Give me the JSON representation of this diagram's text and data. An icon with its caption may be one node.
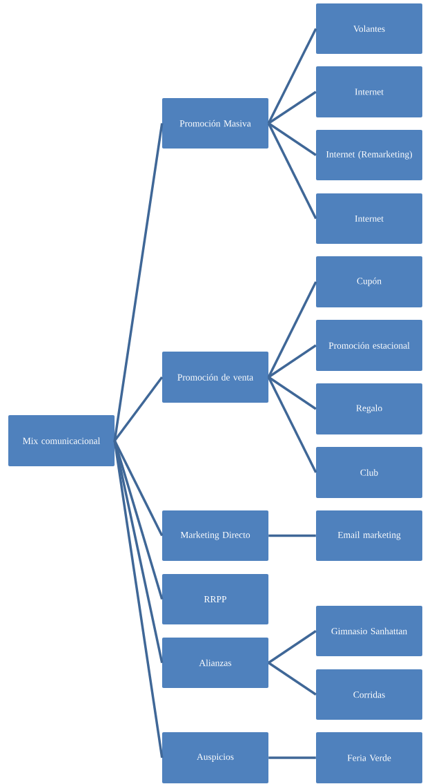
{
  "diagram": {
    "nodes": [
      {
        "text": [
          "Mix comunicacional"
        ]
      },
      {
        "text": [
          "Promoción Masiva"
        ]
      },
      {
        "text": [
          "Promoción de venta"
        ]
      },
      {
        "text": [
          "Marketing Directo"
        ]
      },
      {
        "text": [
          "RRPP"
        ]
      },
      {
        "text": [
          "Alianzas"
        ]
      },
      {
        "text": [
          "Auspicios"
        ]
      },
      {
        "text": [
          "Volantes"
        ]
      },
      {
        "text": [
          "Internet"
        ]
      },
      {
        "text": [
          "Internet (Remarketing)"
        ]
      },
      {
        "text": [
          "Internet"
        ]
      },
      {
        "text": [
          "Cupón"
        ]
      },
      {
        "text": [
          "Promoción estacional"
        ]
      },
      {
        "text": [
          "Regalo"
        ]
      },
      {
        "text": [
          "Club"
        ]
      },
      {
        "text": [
          "Email marketing"
        ]
      },
      {
        "text": [
          "Gimnasio Sanhattan"
        ]
      },
      {
        "text": [
          "Corridas"
        ]
      },
      {
        "text": [
          "Feria Verde"
        ]
      }
    ],
    "edges": [
      {
        "from": 0,
        "to": 1,
        "arrow": "none"
      },
      {
        "from": 0,
        "to": 2,
        "arrow": "none"
      },
      {
        "from": 0,
        "to": 3,
        "arrow": "none"
      },
      {
        "from": 0,
        "to": 4,
        "arrow": "none"
      },
      {
        "from": 0,
        "to": 5,
        "arrow": "none"
      },
      {
        "from": 0,
        "to": 6,
        "arrow": "none"
      },
      {
        "from": 1,
        "to": 7,
        "arrow": "none"
      },
      {
        "from": 1,
        "to": 8,
        "arrow": "none"
      },
      {
        "from": 1,
        "to": 9,
        "arrow": "none"
      },
      {
        "from": 1,
        "to": 10,
        "arrow": "none"
      },
      {
        "from": 2,
        "to": 11,
        "arrow": "none"
      },
      {
        "from": 2,
        "to": 12,
        "arrow": "none"
      },
      {
        "from": 2,
        "to": 13,
        "arrow": "none"
      },
      {
        "from": 2,
        "to": 14,
        "arrow": "none"
      },
      {
        "from": 3,
        "to": 15,
        "arrow": "none"
      },
      {
        "from": 5,
        "to": 16,
        "arrow": "none"
      },
      {
        "from": 5,
        "to": 17,
        "arrow": "none"
      },
      {
        "from": 6,
        "to": 18,
        "arrow": "none"
      }
    ]
  }
}
